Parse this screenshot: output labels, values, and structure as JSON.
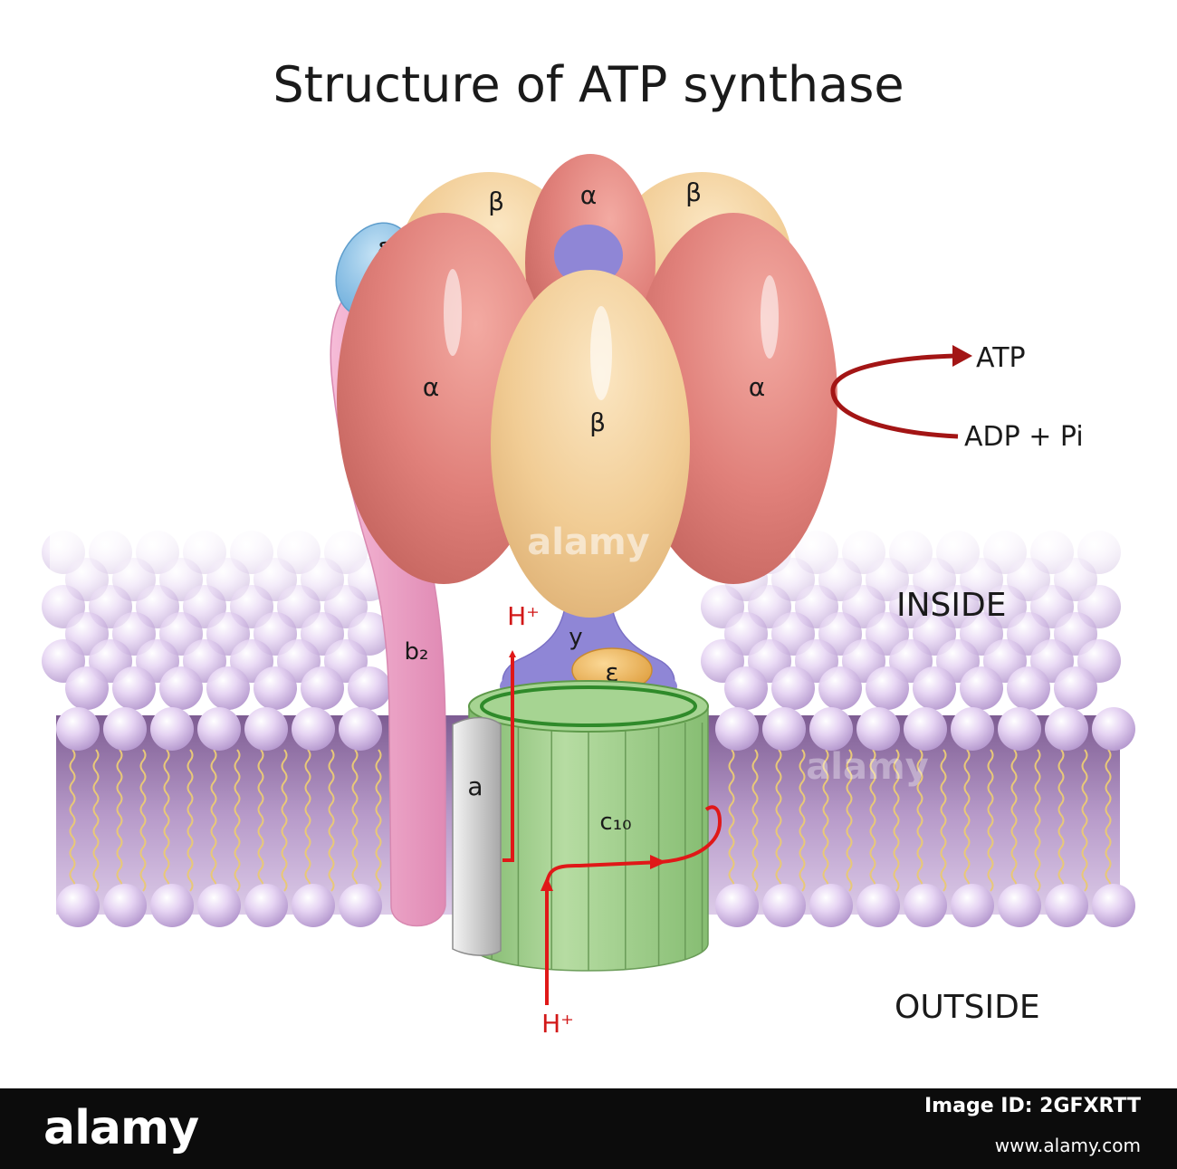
{
  "title": "Structure of ATP synthase",
  "labels": {
    "beta_top_left": "β",
    "alpha_top": "α",
    "beta_top_right": "β",
    "delta": "δ",
    "alpha_left": "α",
    "beta_front": "β",
    "alpha_right": "α",
    "gamma": "y",
    "epsilon": "ε",
    "b2": "b₂",
    "a": "a",
    "c10": "c₁₀",
    "proton_top": "H⁺",
    "proton_bottom": "H⁺"
  },
  "reaction": {
    "product": "ATP",
    "reactants": "ADP + Pi"
  },
  "regions": {
    "inside": "INSIDE",
    "outside": "OUTSIDE"
  },
  "watermark": "alamy",
  "footer": {
    "logo": "alamy",
    "image_id": "Image ID: 2GFXRTT",
    "site": "www.alamy.com"
  },
  "colors": {
    "alpha": "#e0807a",
    "beta": "#f1cc94",
    "gamma": "#8f86d6",
    "delta": "#86c0e4",
    "epsilon": "#f0b560",
    "b2": "#eea0c4",
    "c_ring": "#9ccc88",
    "a_subunit": "#cfcfcf",
    "proton_path": "#e01818",
    "atp_arrow": "#9a1414",
    "membrane_head": "#d8c2ec"
  }
}
